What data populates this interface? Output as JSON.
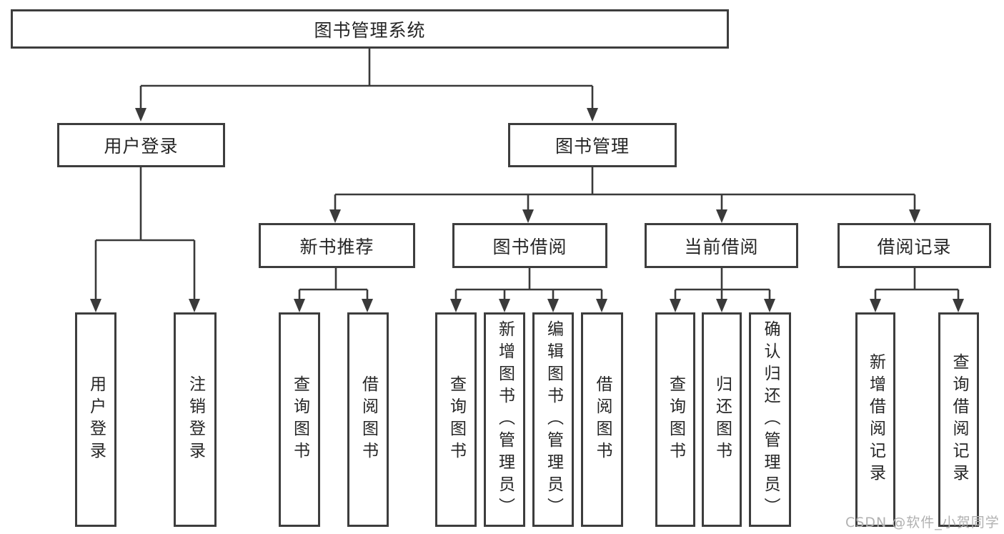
{
  "diagram": {
    "root": {
      "label": "图书管理系统"
    },
    "branches": [
      {
        "label": "用户登录",
        "leaves": [
          {
            "label": "用户登录"
          },
          {
            "label": "注销登录"
          }
        ]
      },
      {
        "label": "图书管理",
        "groups": [
          {
            "label": "新书推荐",
            "leaves": [
              {
                "label": "查询图书"
              },
              {
                "label": "借阅图书"
              }
            ]
          },
          {
            "label": "图书借阅",
            "leaves": [
              {
                "label": "查询图书"
              },
              {
                "label": "新增图书（管理员）"
              },
              {
                "label": "编辑图书（管理员）"
              },
              {
                "label": "借阅图书"
              }
            ]
          },
          {
            "label": "当前借阅",
            "leaves": [
              {
                "label": "查询图书"
              },
              {
                "label": "归还图书"
              },
              {
                "label": "确认归还（管理员）"
              }
            ]
          },
          {
            "label": "借阅记录",
            "leaves": [
              {
                "label": "新增借阅记录"
              },
              {
                "label": "查询借阅记录"
              }
            ]
          }
        ]
      }
    ]
  },
  "watermark": {
    "text": "CSDN @软件_小贺同学"
  },
  "colors": {
    "line": "#3a3a3a",
    "box_border": "#3d3d3d",
    "text": "#262626",
    "watermark": "#b1b1b1",
    "background": "#ffffff"
  }
}
